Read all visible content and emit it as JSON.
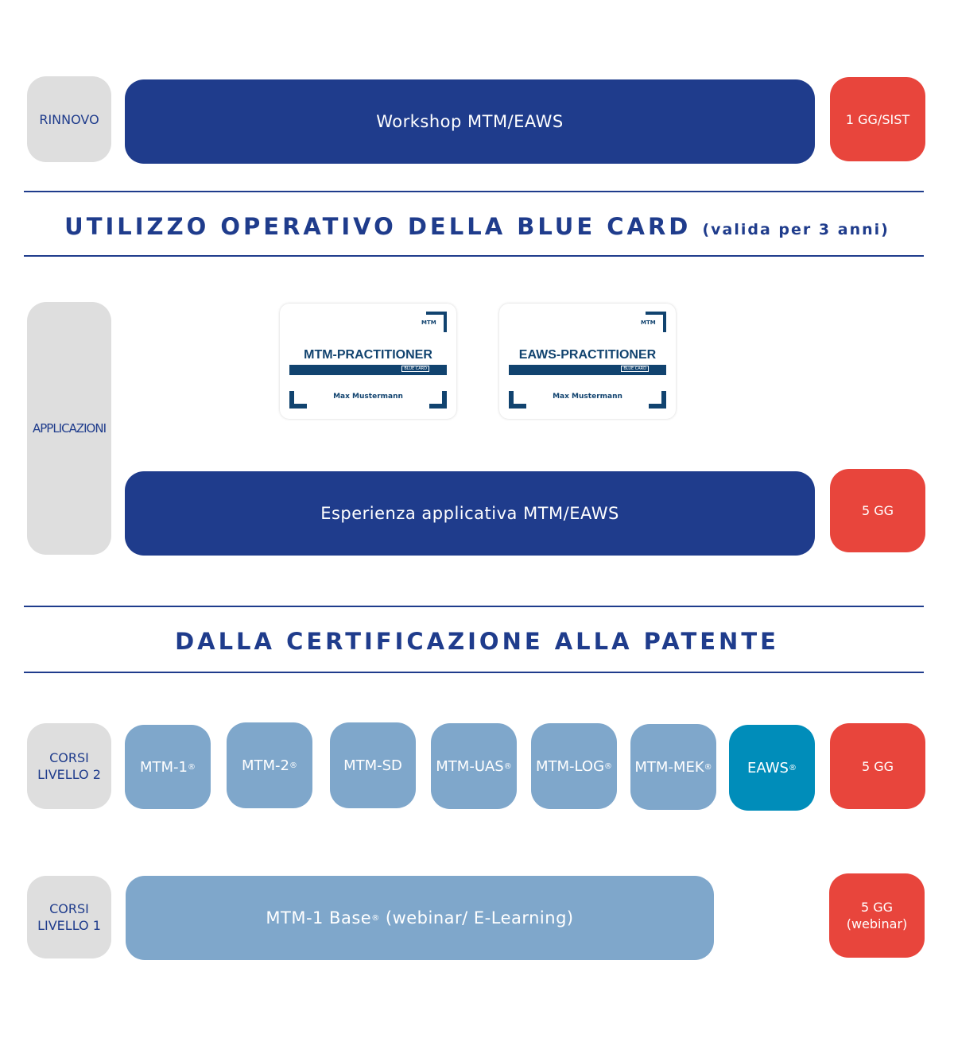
{
  "rinnovo": {
    "label": "RINNOVO",
    "workshop": "Workshop MTM/EAWS",
    "duration": "1 GG/SIST"
  },
  "section1": {
    "title": "UTILIZZO OPERATIVO DELLA BLUE CARD",
    "subtitle": "(valida per 3 anni)"
  },
  "applicazioni": {
    "label": "APPLICAZIONI",
    "cards": [
      {
        "logo": "MTM",
        "title": "MTM-PRACTITIONER",
        "badge": "BLUE CARD",
        "name": "Max Mustermann"
      },
      {
        "logo": "MTM",
        "title": "EAWS-PRACTITIONER",
        "badge": "BLUE CARD",
        "name": "Max Mustermann"
      }
    ],
    "experience": "Esperienza applicativa MTM/EAWS",
    "duration": "5 GG"
  },
  "section2": {
    "title": "DALLA CERTIFICAZIONE ALLA PATENTE"
  },
  "livello2": {
    "label_line1": "CORSI",
    "label_line2": "LIVELLO 2",
    "courses": [
      {
        "name": "MTM-1",
        "mark": "®"
      },
      {
        "name": "MTM-2",
        "mark": "®"
      },
      {
        "name": "MTM-SD",
        "mark": ""
      },
      {
        "name": "MTM-UAS",
        "mark": "®"
      },
      {
        "name": "MTM-LOG",
        "mark": "®"
      },
      {
        "name": "MTM-MEK",
        "mark": "®"
      },
      {
        "name": "EAWS",
        "mark": "®"
      }
    ],
    "duration": "5 GG"
  },
  "livello1": {
    "label_line1": "CORSI",
    "label_line2": "LIVELLO 1",
    "course": "MTM-1 Base",
    "mark": "®",
    "course_suffix": " (webinar/ E-Learning)",
    "duration_line1": "5 GG",
    "duration_line2": "(webinar)"
  },
  "colors": {
    "dark_blue": "#1f3c8c",
    "red": "#e8453c",
    "gray": "#dedede",
    "light_blue": "#7fa7cb",
    "teal": "#008dba"
  }
}
